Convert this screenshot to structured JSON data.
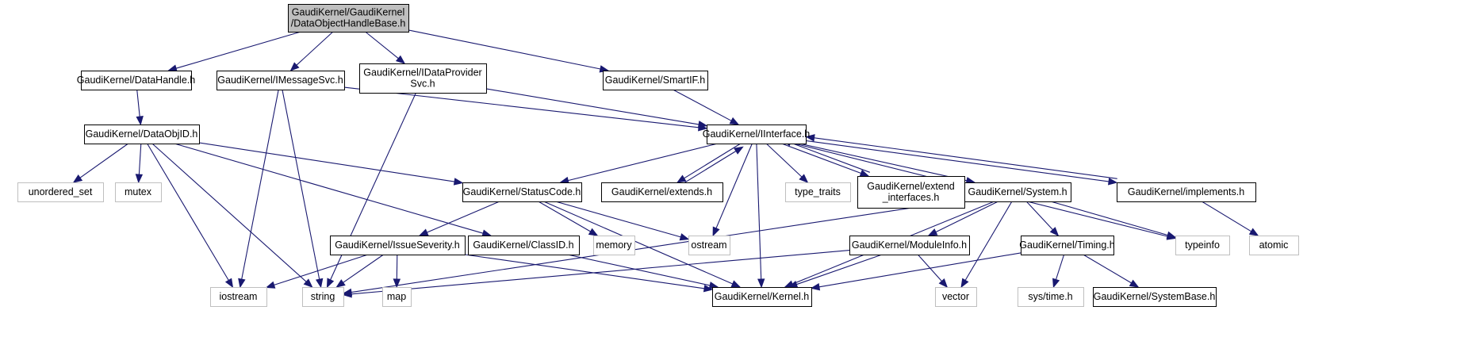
{
  "title": "DataObjectHandleBase.h include dependency graph",
  "colors": {
    "edge": "#191970",
    "root_fill": "#bfbfbf",
    "root_stroke": "#000000",
    "local_fill": "#ffffff",
    "local_stroke": "#000000",
    "system_fill": "#ffffff",
    "system_stroke": "#bfbfbf"
  },
  "nodes": [
    {
      "id": "root",
      "lines": [
        "GaudiKernel/GaudiKernel",
        "/DataObjectHandleBase.h"
      ],
      "kind": "root"
    },
    {
      "id": "datahandle",
      "lines": [
        "GaudiKernel/DataHandle.h"
      ],
      "kind": "local"
    },
    {
      "id": "imessagesvc",
      "lines": [
        "GaudiKernel/IMessageSvc.h"
      ],
      "kind": "local"
    },
    {
      "id": "idataprovidersvc",
      "lines": [
        "GaudiKernel/IDataProvider",
        "Svc.h"
      ],
      "kind": "local"
    },
    {
      "id": "smartif",
      "lines": [
        "GaudiKernel/SmartIF.h"
      ],
      "kind": "local"
    },
    {
      "id": "dataobjid",
      "lines": [
        "GaudiKernel/DataObjID.h"
      ],
      "kind": "local"
    },
    {
      "id": "iinterface",
      "lines": [
        "GaudiKernel/IInterface.h"
      ],
      "kind": "local"
    },
    {
      "id": "unordered_set",
      "lines": [
        "unordered_set"
      ],
      "kind": "system"
    },
    {
      "id": "mutex",
      "lines": [
        "mutex"
      ],
      "kind": "system"
    },
    {
      "id": "statuscode",
      "lines": [
        "GaudiKernel/StatusCode.h"
      ],
      "kind": "local"
    },
    {
      "id": "extends",
      "lines": [
        "GaudiKernel/extends.h"
      ],
      "kind": "local"
    },
    {
      "id": "type_traits",
      "lines": [
        "type_traits"
      ],
      "kind": "system"
    },
    {
      "id": "extend_interfaces",
      "lines": [
        "GaudiKernel/extend",
        "_interfaces.h"
      ],
      "kind": "local"
    },
    {
      "id": "system",
      "lines": [
        "GaudiKernel/System.h"
      ],
      "kind": "local"
    },
    {
      "id": "implements",
      "lines": [
        "GaudiKernel/implements.h"
      ],
      "kind": "local"
    },
    {
      "id": "issueseverity",
      "lines": [
        "GaudiKernel/IssueSeverity.h"
      ],
      "kind": "local"
    },
    {
      "id": "classid",
      "lines": [
        "GaudiKernel/ClassID.h"
      ],
      "kind": "local"
    },
    {
      "id": "memory",
      "lines": [
        "memory"
      ],
      "kind": "system"
    },
    {
      "id": "ostream",
      "lines": [
        "ostream"
      ],
      "kind": "system"
    },
    {
      "id": "moduleinfo",
      "lines": [
        "GaudiKernel/ModuleInfo.h"
      ],
      "kind": "local"
    },
    {
      "id": "timing",
      "lines": [
        "GaudiKernel/Timing.h"
      ],
      "kind": "local"
    },
    {
      "id": "typeinfo",
      "lines": [
        "typeinfo"
      ],
      "kind": "system"
    },
    {
      "id": "atomic",
      "lines": [
        "atomic"
      ],
      "kind": "system"
    },
    {
      "id": "iostream",
      "lines": [
        "iostream"
      ],
      "kind": "system"
    },
    {
      "id": "string",
      "lines": [
        "string"
      ],
      "kind": "system"
    },
    {
      "id": "map",
      "lines": [
        "map"
      ],
      "kind": "system"
    },
    {
      "id": "kernel",
      "lines": [
        "GaudiKernel/Kernel.h"
      ],
      "kind": "local"
    },
    {
      "id": "vector",
      "lines": [
        "vector"
      ],
      "kind": "system"
    },
    {
      "id": "systime",
      "lines": [
        "sys/time.h"
      ],
      "kind": "system"
    },
    {
      "id": "systembase",
      "lines": [
        "GaudiKernel/SystemBase.h"
      ],
      "kind": "local"
    }
  ],
  "edges": [
    {
      "from": "root",
      "to": "datahandle"
    },
    {
      "from": "root",
      "to": "imessagesvc"
    },
    {
      "from": "root",
      "to": "idataprovidersvc"
    },
    {
      "from": "root",
      "to": "smartif"
    },
    {
      "from": "datahandle",
      "to": "dataobjid"
    },
    {
      "from": "imessagesvc",
      "to": "iinterface"
    },
    {
      "from": "imessagesvc",
      "to": "iostream"
    },
    {
      "from": "imessagesvc",
      "to": "string"
    },
    {
      "from": "idataprovidersvc",
      "to": "iinterface"
    },
    {
      "from": "idataprovidersvc",
      "to": "string"
    },
    {
      "from": "smartif",
      "to": "iinterface"
    },
    {
      "from": "dataobjid",
      "to": "unordered_set"
    },
    {
      "from": "dataobjid",
      "to": "mutex"
    },
    {
      "from": "dataobjid",
      "to": "statuscode"
    },
    {
      "from": "dataobjid",
      "to": "classid"
    },
    {
      "from": "dataobjid",
      "to": "iostream"
    },
    {
      "from": "dataobjid",
      "to": "string"
    },
    {
      "from": "iinterface",
      "to": "statuscode"
    },
    {
      "from": "iinterface",
      "to": "extends"
    },
    {
      "from": "iinterface",
      "to": "type_traits"
    },
    {
      "from": "iinterface",
      "to": "extend_interfaces"
    },
    {
      "from": "iinterface",
      "to": "system"
    },
    {
      "from": "iinterface",
      "to": "implements"
    },
    {
      "from": "iinterface",
      "to": "ostream"
    },
    {
      "from": "iinterface",
      "to": "kernel"
    },
    {
      "from": "iinterface",
      "to": "typeinfo"
    },
    {
      "from": "extends",
      "to": "iinterface"
    },
    {
      "from": "extend_interfaces",
      "to": "iinterface"
    },
    {
      "from": "implements",
      "to": "iinterface"
    },
    {
      "from": "implements",
      "to": "atomic"
    },
    {
      "from": "statuscode",
      "to": "issueseverity"
    },
    {
      "from": "statuscode",
      "to": "memory"
    },
    {
      "from": "statuscode",
      "to": "ostream"
    },
    {
      "from": "statuscode",
      "to": "kernel"
    },
    {
      "from": "issueseverity",
      "to": "iostream"
    },
    {
      "from": "issueseverity",
      "to": "string"
    },
    {
      "from": "issueseverity",
      "to": "map"
    },
    {
      "from": "issueseverity",
      "to": "kernel"
    },
    {
      "from": "classid",
      "to": "kernel"
    },
    {
      "from": "system",
      "to": "moduleinfo"
    },
    {
      "from": "system",
      "to": "timing"
    },
    {
      "from": "system",
      "to": "typeinfo"
    },
    {
      "from": "system",
      "to": "string"
    },
    {
      "from": "system",
      "to": "vector"
    },
    {
      "from": "system",
      "to": "kernel"
    },
    {
      "from": "moduleinfo",
      "to": "string"
    },
    {
      "from": "moduleinfo",
      "to": "vector"
    },
    {
      "from": "moduleinfo",
      "to": "kernel"
    },
    {
      "from": "timing",
      "to": "systime"
    },
    {
      "from": "timing",
      "to": "systembase"
    },
    {
      "from": "timing",
      "to": "kernel"
    }
  ]
}
